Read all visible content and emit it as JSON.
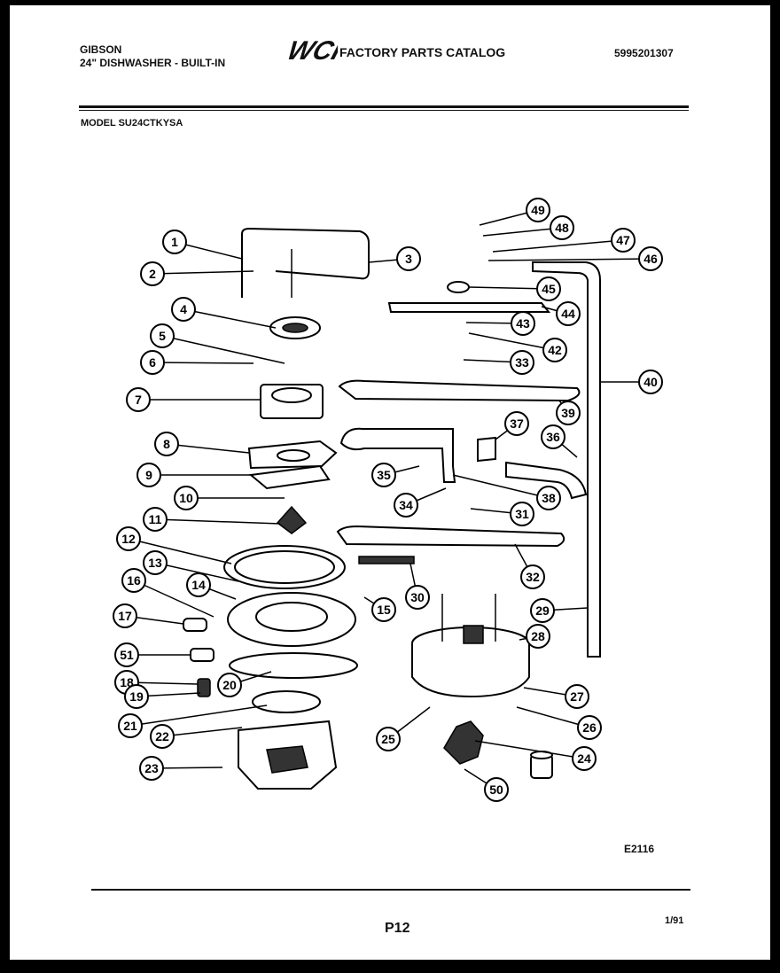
{
  "header": {
    "brand": "GIBSON",
    "subtitle": "24\" DISHWASHER - BUILT-IN",
    "logo_text": "WCI",
    "catalog_title": "FACTORY PARTS CATALOG",
    "part_number": "5995201307",
    "model": "MODEL SU24CTKYSA"
  },
  "footer": {
    "diagram_code": "E2116",
    "page_label": "P12",
    "date_code": "1/91"
  },
  "callouts": [
    "1",
    "2",
    "3",
    "4",
    "5",
    "6",
    "7",
    "8",
    "9",
    "10",
    "11",
    "12",
    "13",
    "14",
    "15",
    "16",
    "17",
    "51",
    "18",
    "19",
    "20",
    "21",
    "22",
    "23",
    "49",
    "48",
    "47",
    "46",
    "45",
    "44",
    "43",
    "42",
    "33",
    "40",
    "39",
    "37",
    "36",
    "35",
    "34",
    "38",
    "31",
    "32",
    "30",
    "29",
    "28",
    "27",
    "26",
    "25",
    "24",
    "50"
  ]
}
